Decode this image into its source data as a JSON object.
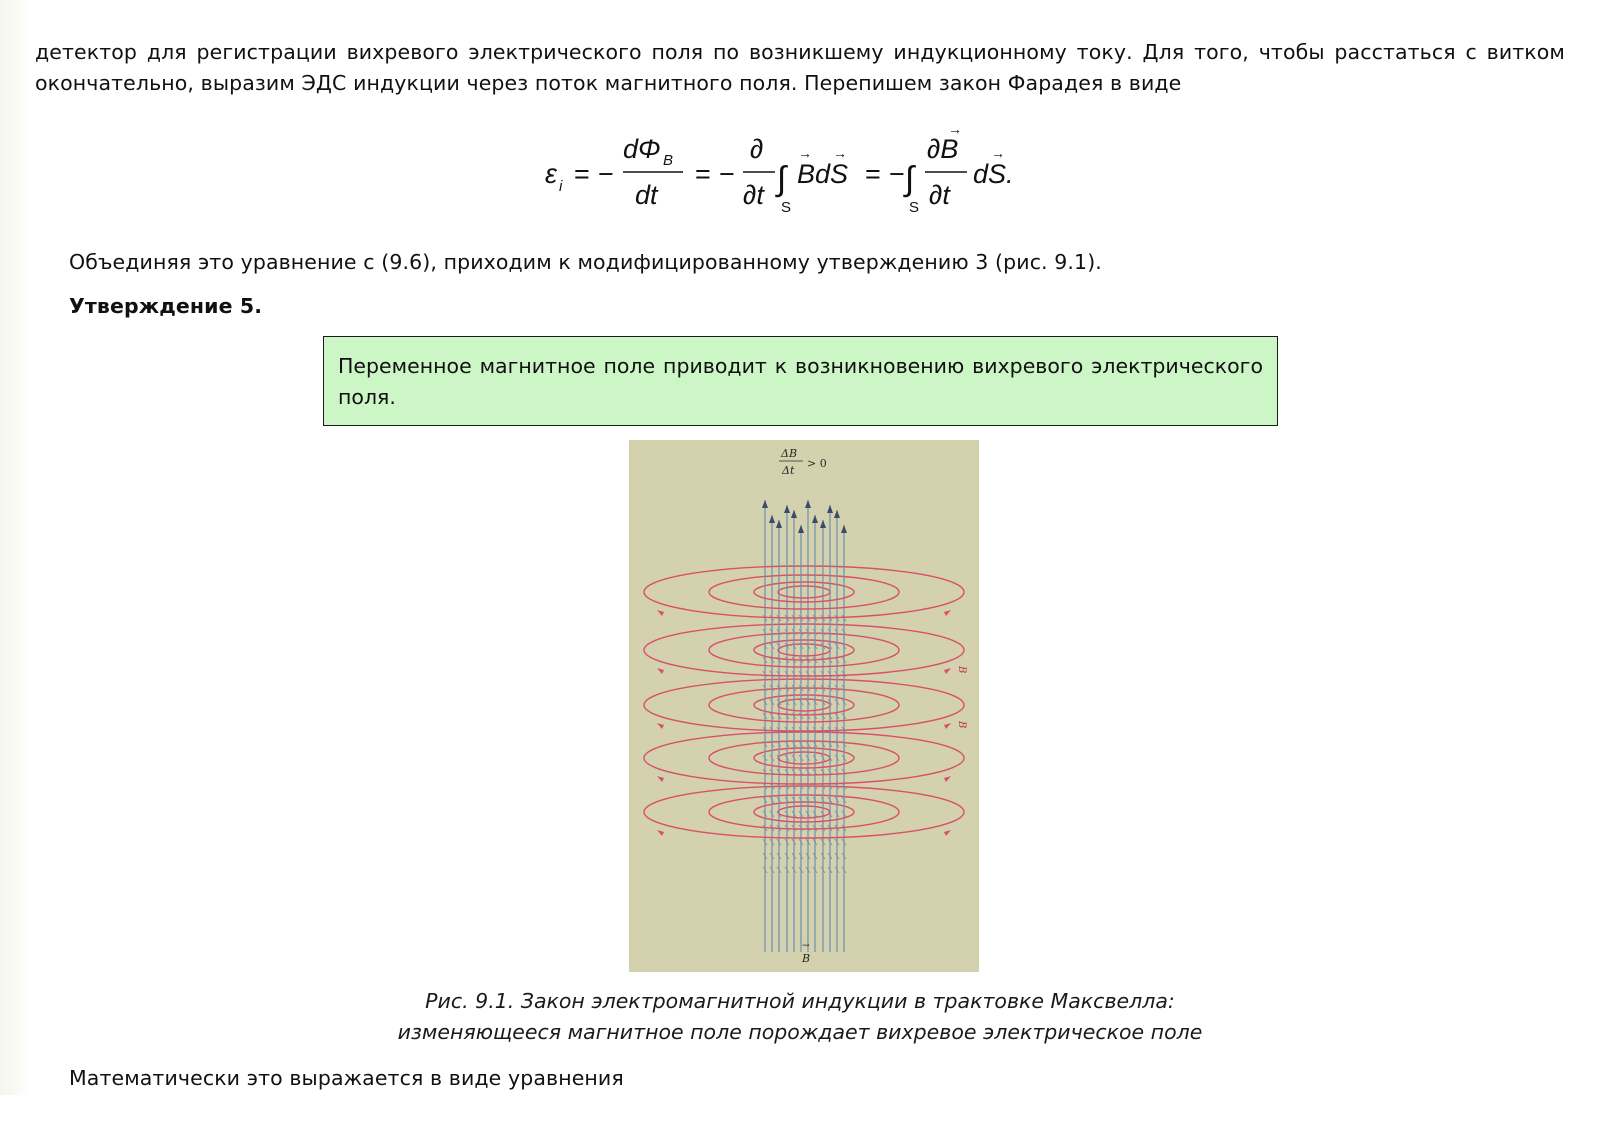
{
  "paragraphs": {
    "intro": "детектор для регистрации вихревого электрического поля по возникшему индукционному току. Для того, чтобы расстаться с витком окончательно, выразим ЭДС индукции через поток магнитного поля. Перепишем закон Фарадея в виде",
    "combine": "Объединяя это уравнение с (9.6), приходим к модифицированному утверждению 3 (рис. 9.1).",
    "math_intro": "Математически это выражается в виде уравнения"
  },
  "statement": {
    "heading": "Утверждение 5.",
    "text": "Переменное магнитное поле приводит к возникновению вихревого электрического поля."
  },
  "equation": {
    "emf": "ε",
    "emf_sub": "i",
    "flux_num": "dΦ",
    "flux_sub": "B",
    "dt": "dt",
    "partial": "∂",
    "partial_t": "∂t",
    "integral": "∫",
    "surface": "S",
    "b_ds": "BdS",
    "partial_b": "∂B",
    "ds": "dS."
  },
  "figure": {
    "top_label_num": "ΔB",
    "top_label_den": "Δt",
    "top_label_rel": "> 0",
    "field_label": "B",
    "background_color": "#d4d1ae",
    "loop_color": "#d9506a",
    "field_line_color": "#6f8fae"
  },
  "caption": {
    "line1": "Рис. 9.1. Закон электромагнитной индукции в трактовке Максвелла:",
    "line2": "изменяющееся магнитное поле порождает вихревое электрическое поле"
  }
}
